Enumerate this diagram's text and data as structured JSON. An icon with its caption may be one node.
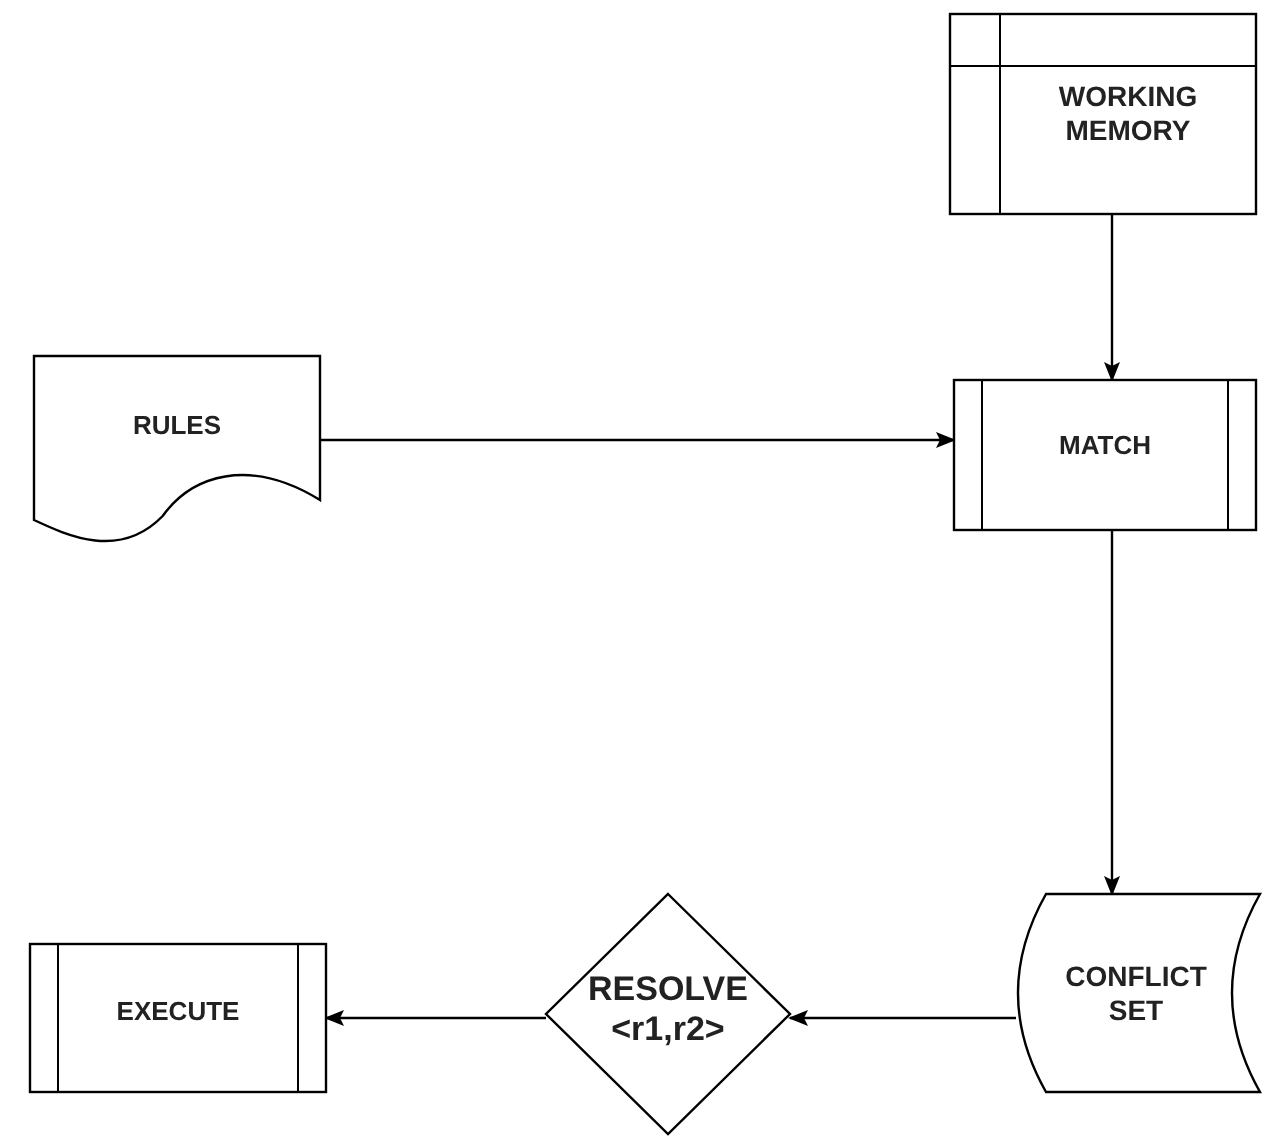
{
  "diagram": {
    "nodes": [
      {
        "text": [
          "WORKING MEMORY"
        ]
      },
      {
        "text": [
          "RULES"
        ]
      },
      {
        "text": [
          "MATCH"
        ]
      },
      {
        "text": [
          "CONFLICT SET"
        ]
      },
      {
        "text": [
          "RESOLVE <r1,r2>"
        ]
      },
      {
        "text": [
          "EXECUTE"
        ]
      }
    ],
    "edges": [
      {
        "from": 0,
        "to": 2,
        "arrow": "to"
      },
      {
        "from": 1,
        "to": 2,
        "arrow": "to"
      },
      {
        "from": 2,
        "to": 3,
        "arrow": "to"
      },
      {
        "from": 3,
        "to": 4,
        "arrow": "to"
      },
      {
        "from": 4,
        "to": 5,
        "arrow": "to"
      }
    ]
  }
}
